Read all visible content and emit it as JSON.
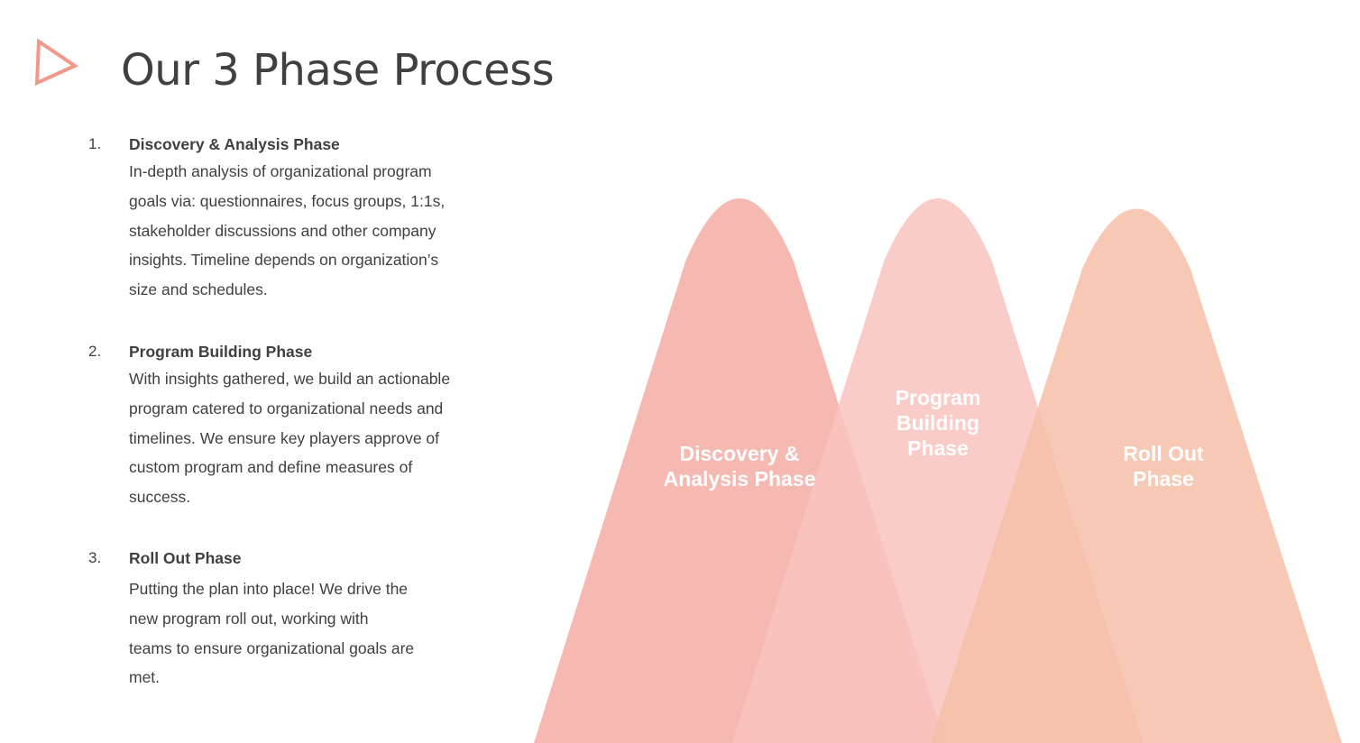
{
  "title": "Our 3 Phase Process",
  "colors": {
    "accent": "#f2978a",
    "peak1": "#f5b1aa",
    "peak2": "#f9c3be",
    "peak3": "#f6c0a8",
    "text": "#404040"
  },
  "steps": [
    {
      "number": "1.",
      "title": "Discovery & Analysis Phase",
      "lines": [
        "In-depth analysis of organizational program",
        "goals via:  questionnaires, focus groups, 1:1s,",
        "stakeholder discussions and  other company",
        "insights. Timeline depends on organization’s",
        "size and schedules."
      ]
    },
    {
      "number": "2.",
      "title": "Program Building Phase",
      "lines": [
        "With insights gathered, we build an actionable",
        "program catered to organizational needs and",
        "timelines. We ensure key players approve of",
        "custom program and define  measures of",
        "success."
      ]
    },
    {
      "number": "3.",
      "title": "Roll Out Phase",
      "lines": [
        "Putting the plan into place! We drive the",
        "new program roll out, working with",
        "teams to ensure organizational goals are",
        "met."
      ]
    }
  ],
  "peaks": [
    {
      "line1": "Discovery &",
      "line2": "Analysis Phase"
    },
    {
      "line1": "Program",
      "line2": "Building",
      "line3": "Phase"
    },
    {
      "line1": "Roll Out",
      "line2": "Phase"
    }
  ]
}
